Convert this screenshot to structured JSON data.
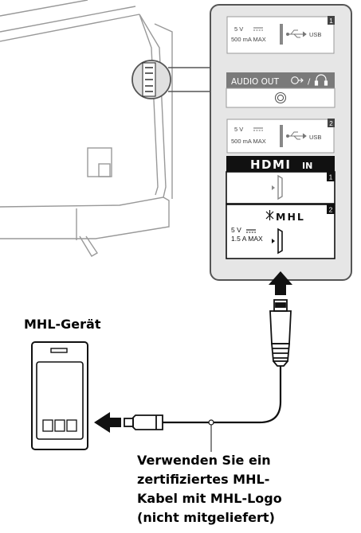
{
  "device_label": "MHL-Gerät",
  "caption": {
    "lines": [
      "Verwenden Sie ein",
      "zertifiziertes MHL-",
      "Kabel mit MHL-Logo",
      "(nicht mitgeliefert)"
    ]
  },
  "ports": {
    "usb1": {
      "voltage": "5 V",
      "current": "500 mA MAX",
      "type": "USB",
      "number": "1"
    },
    "audio_out": {
      "label": "AUDIO OUT"
    },
    "usb2": {
      "voltage": "5 V",
      "current": "500 mA MAX",
      "type": "USB",
      "number": "2"
    },
    "hdmi_in": {
      "logo": "HDMI",
      "suffix": "IN",
      "number": "1"
    },
    "mhl": {
      "logo": "MHL",
      "voltage": "5 V",
      "current": "1.5 A MAX",
      "number": "2"
    }
  },
  "icons": [
    "usb-icon",
    "headphone-icon",
    "audio-jack-icon",
    "arrow-up-icon",
    "arrow-left-icon",
    "mhl-logo-icon"
  ],
  "colors": {
    "panel_fill": "#e6e6e6",
    "panel_border": "#555555",
    "black": "#111111"
  }
}
